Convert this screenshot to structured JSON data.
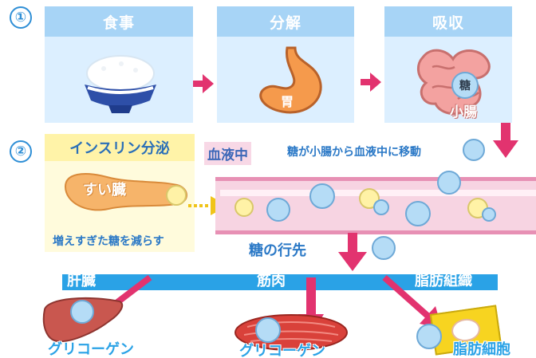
{
  "steps": {
    "one": "①",
    "two": "②"
  },
  "row1": {
    "eat": "食事",
    "digest": "分解",
    "absorb": "吸収",
    "stomach": "胃",
    "sugar_bubble": "糖",
    "small_intestine": "小腸"
  },
  "row2": {
    "insulin_title": "インスリン分泌",
    "pancreas": "すい臓",
    "reduce_text": "増えすぎた糖を減らす",
    "blood_label": "血液中",
    "move_text": "糖が小腸から血液中に移動",
    "destination": "糖の行先"
  },
  "bar": {
    "liver": "肝臓",
    "muscle": "筋肉",
    "fat": "脂肪組織"
  },
  "outputs": {
    "glycogen_liver": "グリコーゲン",
    "glycogen_muscle": "グリコーゲン",
    "fat_cell": "脂肪細胞"
  },
  "colors": {
    "accent_blue": "#2aa2e6",
    "arrow_pink": "#e2336f",
    "panel_blue": "#dcefff",
    "header_blue": "#a7d4f6"
  }
}
